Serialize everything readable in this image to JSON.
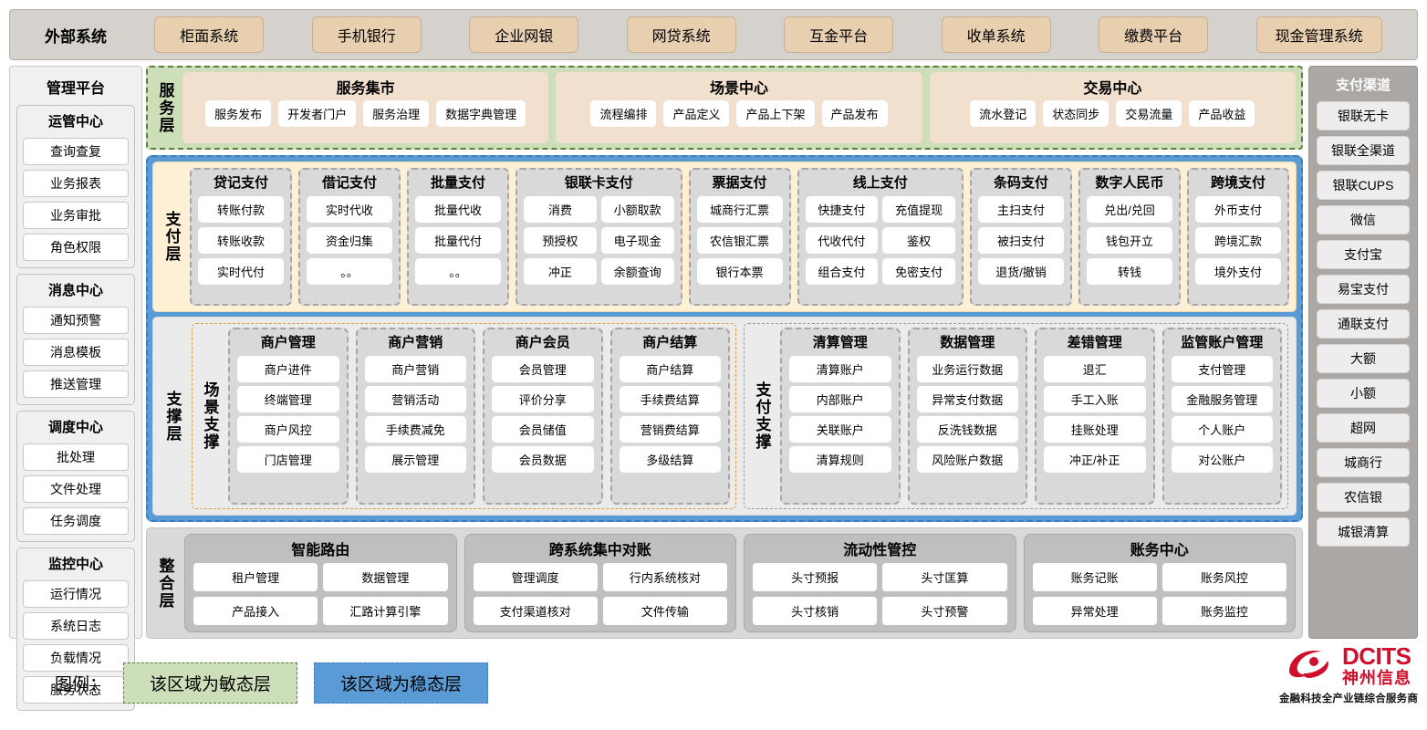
{
  "external": {
    "title": "外部系统",
    "items": [
      "柜面系统",
      "手机银行",
      "企业网银",
      "网贷系统",
      "互金平台",
      "收单系统",
      "缴费平台",
      "现金管理系统"
    ]
  },
  "admin": {
    "title": "管理平台",
    "groups": [
      {
        "title": "运管中心",
        "items": [
          "查询查复",
          "业务报表",
          "业务审批",
          "角色权限"
        ]
      },
      {
        "title": "消息中心",
        "items": [
          "通知预警",
          "消息模板",
          "推送管理"
        ]
      },
      {
        "title": "调度中心",
        "items": [
          "批处理",
          "文件处理",
          "任务调度"
        ]
      },
      {
        "title": "监控中心",
        "items": [
          "运行情况",
          "系统日志",
          "负载情况",
          "服务状态"
        ]
      }
    ]
  },
  "channels": {
    "title": "支付渠道",
    "items": [
      "银联无卡",
      "银联全渠道",
      "银联CUPS",
      "微信",
      "支付宝",
      "易宝支付",
      "通联支付",
      "大额",
      "小额",
      "超网",
      "城商行",
      "农信银",
      "城银清算"
    ]
  },
  "service_layer": {
    "label": "服务层",
    "boxes": [
      {
        "title": "服务集市",
        "items": [
          "服务发布",
          "开发者门户",
          "服务治理",
          "数据字典管理"
        ]
      },
      {
        "title": "场景中心",
        "items": [
          "流程编排",
          "产品定义",
          "产品上下架",
          "产品发布"
        ]
      },
      {
        "title": "交易中心",
        "items": [
          "流水登记",
          "状态同步",
          "交易流量",
          "产品收益"
        ]
      }
    ]
  },
  "payment_layer": {
    "label": "支付层",
    "groups": [
      {
        "title": "贷记支付",
        "cols": 1,
        "items": [
          "转账付款",
          "转账收款",
          "实时代付"
        ]
      },
      {
        "title": "借记支付",
        "cols": 1,
        "items": [
          "实时代收",
          "资金归集",
          "。。"
        ]
      },
      {
        "title": "批量支付",
        "cols": 1,
        "items": [
          "批量代收",
          "批量代付",
          "。。"
        ]
      },
      {
        "title": "银联卡支付",
        "cols": 2,
        "items": [
          "消费",
          "小额取款",
          "预授权",
          "电子现金",
          "冲正",
          "余额查询"
        ]
      },
      {
        "title": "票据支付",
        "cols": 1,
        "items": [
          "城商行汇票",
          "农信银汇票",
          "银行本票"
        ]
      },
      {
        "title": "线上支付",
        "cols": 2,
        "items": [
          "快捷支付",
          "充值提现",
          "代收代付",
          "鉴权",
          "组合支付",
          "免密支付"
        ]
      },
      {
        "title": "条码支付",
        "cols": 1,
        "items": [
          "主扫支付",
          "被扫支付",
          "退货/撤销"
        ]
      },
      {
        "title": "数字人民币",
        "cols": 1,
        "items": [
          "兑出/兑回",
          "钱包开立",
          "转钱"
        ]
      },
      {
        "title": "跨境支付",
        "cols": 1,
        "items": [
          "外币支付",
          "跨境汇款",
          "境外支付"
        ]
      }
    ]
  },
  "support_layer": {
    "label": "支撑层",
    "sections": [
      {
        "label": "场景支撑",
        "groups": [
          {
            "title": "商户管理",
            "items": [
              "商户进件",
              "终端管理",
              "商户风控",
              "门店管理"
            ]
          },
          {
            "title": "商户营销",
            "items": [
              "商户营销",
              "营销活动",
              "手续费减免",
              "展示管理"
            ]
          },
          {
            "title": "商户会员",
            "items": [
              "会员管理",
              "评价分享",
              "会员储值",
              "会员数据"
            ]
          },
          {
            "title": "商户结算",
            "items": [
              "商户结算",
              "手续费结算",
              "营销费结算",
              "多级结算"
            ]
          }
        ]
      },
      {
        "label": "支付支撑",
        "groups": [
          {
            "title": "清算管理",
            "items": [
              "清算账户",
              "内部账户",
              "关联账户",
              "清算规则"
            ]
          },
          {
            "title": "数据管理",
            "items": [
              "业务运行数据",
              "异常支付数据",
              "反洗钱数据",
              "风险账户数据"
            ]
          },
          {
            "title": "差错管理",
            "items": [
              "退汇",
              "手工入账",
              "挂账处理",
              "冲正/补正"
            ]
          },
          {
            "title": "监管账户管理",
            "items": [
              "支付管理",
              "金融服务管理",
              "个人账户",
              "对公账户"
            ]
          }
        ]
      }
    ]
  },
  "integration_layer": {
    "label": "整合层",
    "groups": [
      {
        "title": "智能路由",
        "items": [
          "租户管理",
          "数据管理",
          "产品接入",
          "汇路计算引擎"
        ]
      },
      {
        "title": "跨系统集中对账",
        "items": [
          "管理调度",
          "行内系统核对",
          "支付渠道核对",
          "文件传输"
        ]
      },
      {
        "title": "流动性管控",
        "items": [
          "头寸预报",
          "头寸匡算",
          "头寸核销",
          "头寸预警"
        ]
      },
      {
        "title": "账务中心",
        "items": [
          "账务记账",
          "账务风控",
          "异常处理",
          "账务监控"
        ]
      }
    ]
  },
  "legend": {
    "label": "图例：",
    "agile": "该区域为敏态层",
    "stable": "该区域为稳态层",
    "agile_color": "#ccdfb9",
    "stable_color": "#5b9bd5"
  },
  "logo": {
    "en": "DCITS",
    "cn": "神州信息",
    "tagline": "金融科技全产业链综合服务商",
    "color": "#cf102d"
  }
}
